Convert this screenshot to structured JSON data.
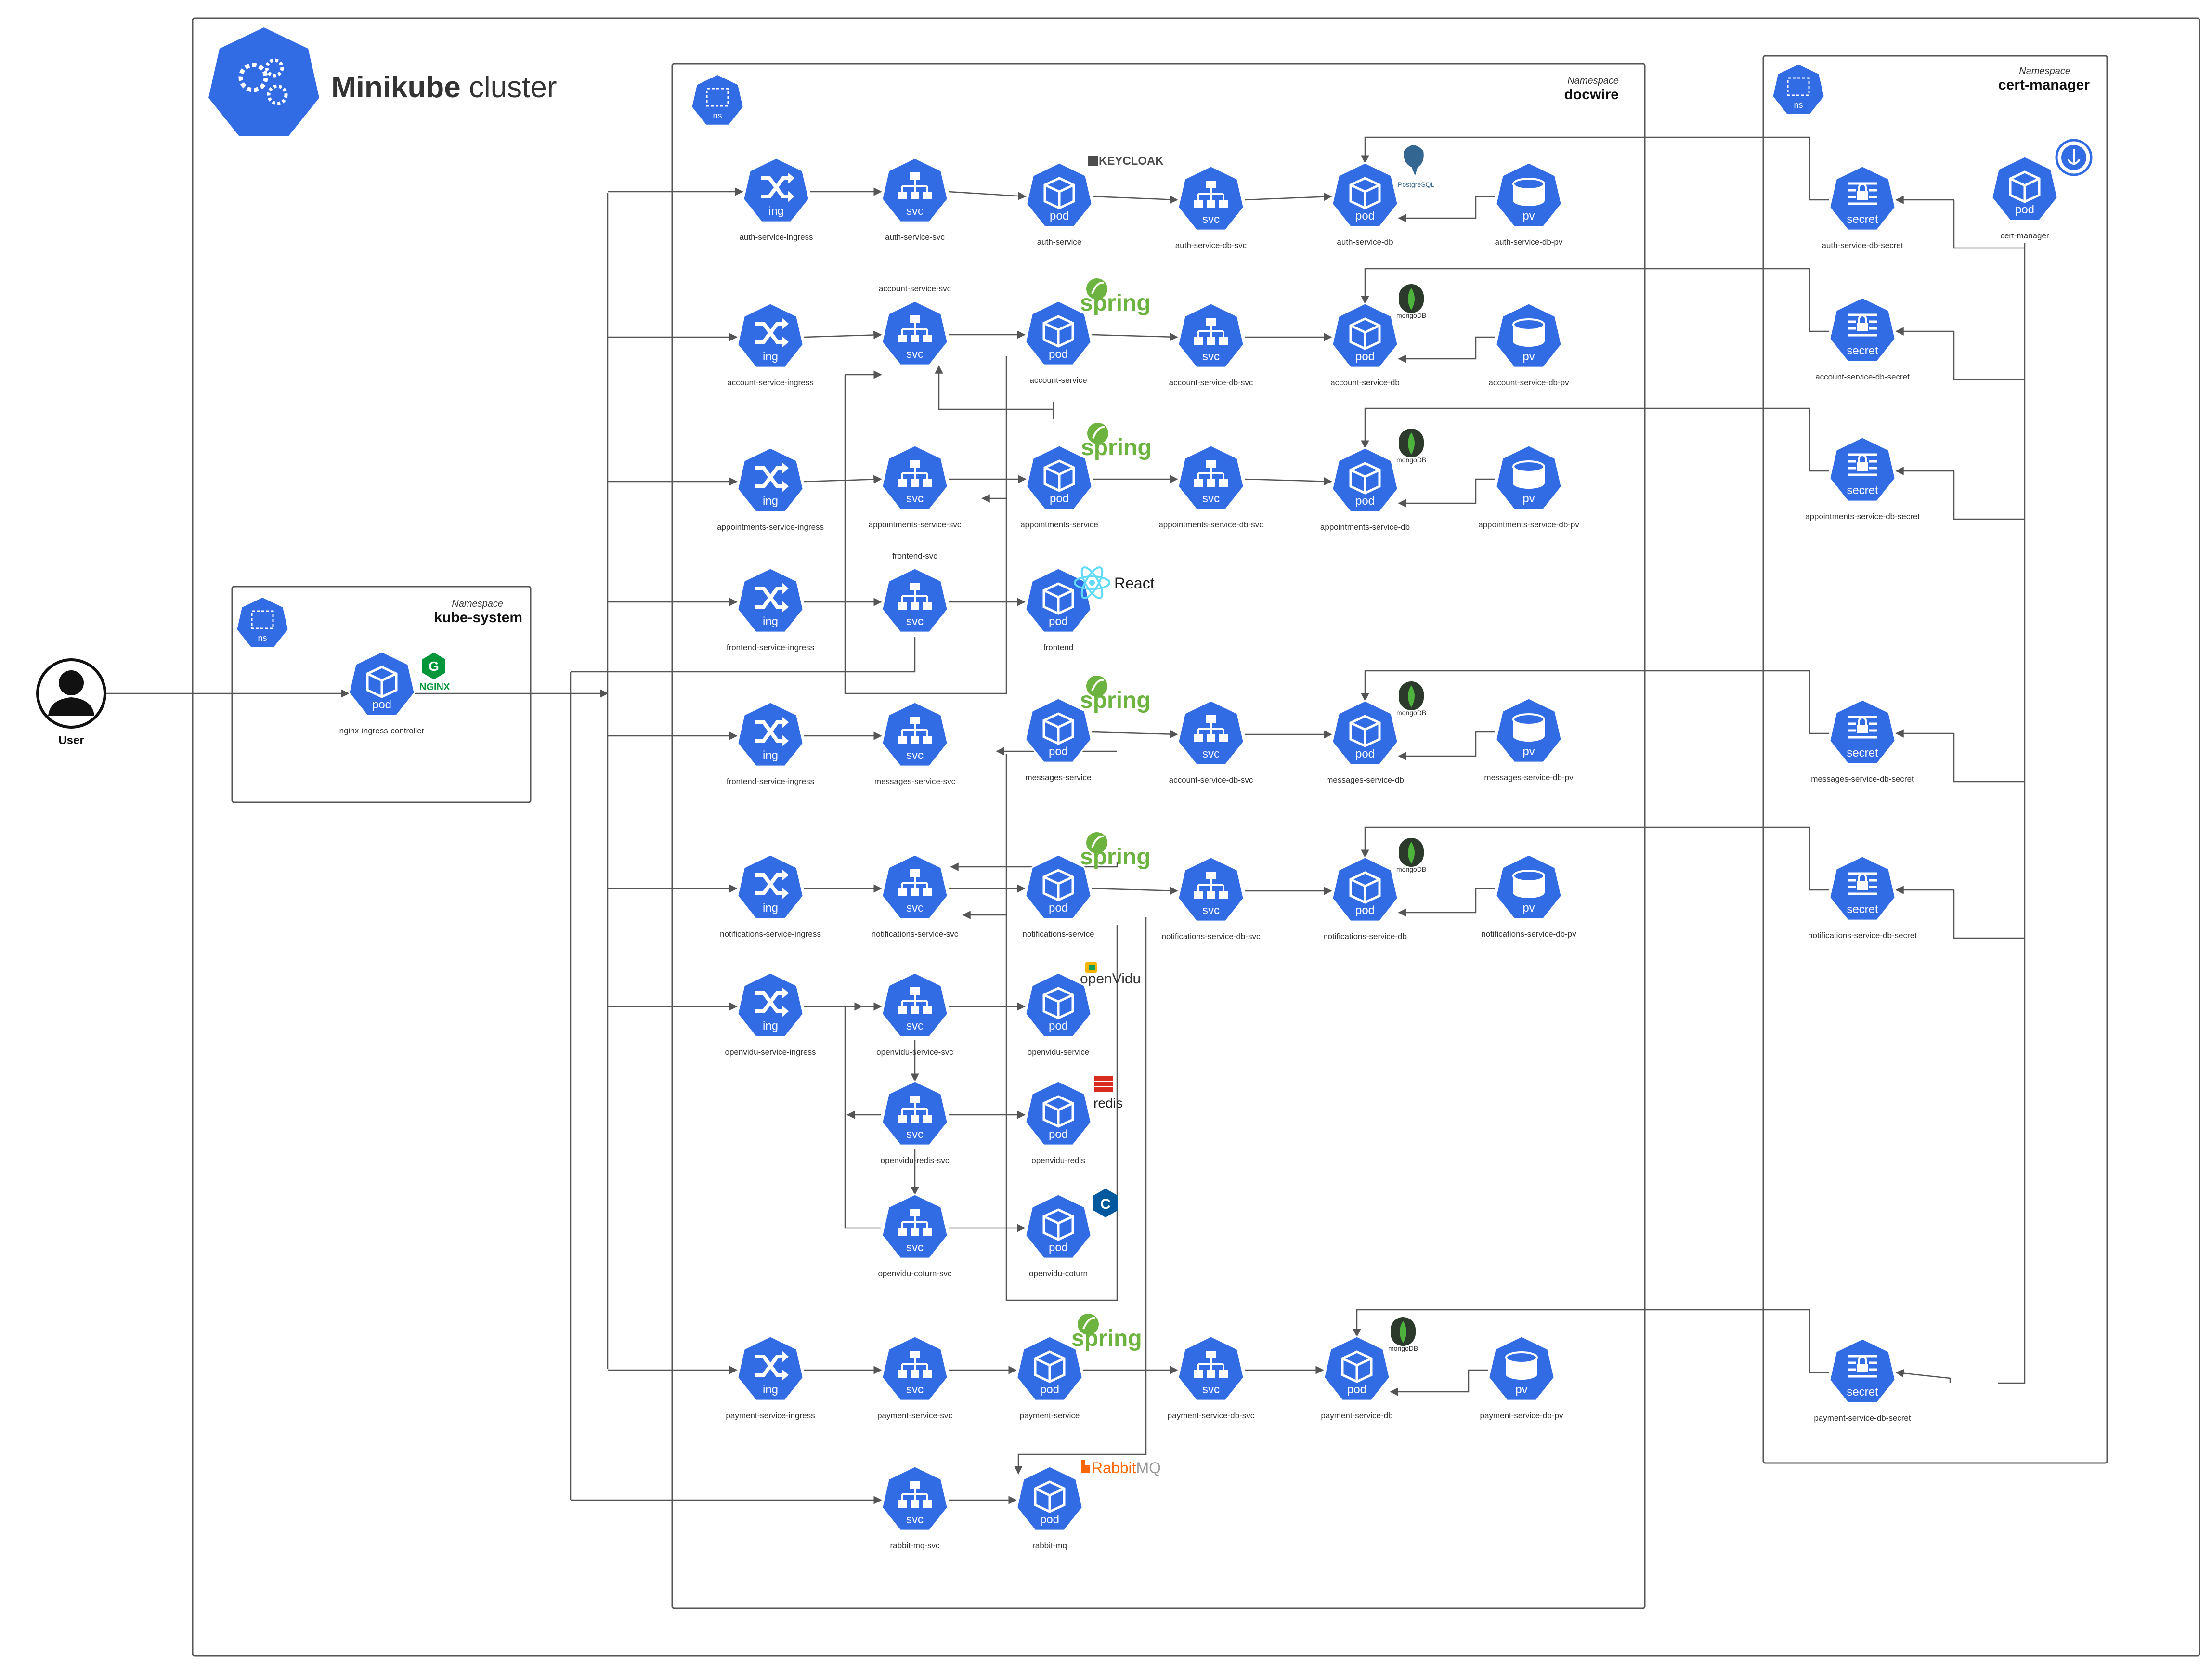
{
  "cluster": {
    "title_bold": "Minikube",
    "title_rest": " cluster"
  },
  "colors": {
    "k8s_blue": "#326CE5",
    "edge": "#555555",
    "spring_green": "#6DB33F",
    "mongo_green": "#4DB33D",
    "react_blue": "#61DAFB",
    "redis_red": "#D82C20",
    "rabbit_orange": "#FF6600"
  },
  "user": {
    "label": "User",
    "icon": "person-icon"
  },
  "namespaces": {
    "kube_system": {
      "caption": "Namespace",
      "name": "kube-system",
      "badge": "ns"
    },
    "docwire": {
      "caption": "Namespace",
      "name": "docwire",
      "badge": "ns"
    },
    "cert_manager": {
      "caption": "Namespace",
      "name": "cert-manager",
      "badge": "ns"
    }
  },
  "nodes": [
    {
      "id": "nginx",
      "kind": "pod",
      "label": "nginx-ingress-controller",
      "logo": "nginx"
    },
    {
      "id": "auth-ing",
      "kind": "ing",
      "label": "auth-service-ingress"
    },
    {
      "id": "auth-svc",
      "kind": "svc",
      "label": "auth-service-svc"
    },
    {
      "id": "auth-pod",
      "kind": "pod",
      "label": "auth-service",
      "logo": "keycloak"
    },
    {
      "id": "auth-db-svc",
      "kind": "svc",
      "label": "auth-service-db-svc"
    },
    {
      "id": "auth-db",
      "kind": "pod",
      "label": "auth-service-db",
      "logo": "postgresql"
    },
    {
      "id": "auth-pv",
      "kind": "pv",
      "label": "auth-service-db-pv"
    },
    {
      "id": "acc-ing",
      "kind": "ing",
      "label": "account-service-ingress"
    },
    {
      "id": "acc-svc",
      "kind": "svc",
      "label": "account-service-svc",
      "label_above": true
    },
    {
      "id": "acc-pod",
      "kind": "pod",
      "label": "account-service",
      "logo": "spring"
    },
    {
      "id": "acc-db-svc",
      "kind": "svc",
      "label": "account-service-db-svc"
    },
    {
      "id": "acc-db",
      "kind": "pod",
      "label": "account-service-db",
      "logo": "mongodb"
    },
    {
      "id": "acc-pv",
      "kind": "pv",
      "label": "account-service-db-pv"
    },
    {
      "id": "app-ing",
      "kind": "ing",
      "label": "appointments-service-ingress"
    },
    {
      "id": "app-svc",
      "kind": "svc",
      "label": "appointments-service-svc"
    },
    {
      "id": "app-pod",
      "kind": "pod",
      "label": "appointments-service",
      "logo": "spring"
    },
    {
      "id": "app-db-svc",
      "kind": "svc",
      "label": "appointments-service-db-svc"
    },
    {
      "id": "app-db",
      "kind": "pod",
      "label": "appointments-service-db",
      "logo": "mongodb"
    },
    {
      "id": "app-pv",
      "kind": "pv",
      "label": "appointments-service-db-pv"
    },
    {
      "id": "fe-ing",
      "kind": "ing",
      "label": "frontend-service-ingress"
    },
    {
      "id": "fe-svc",
      "kind": "svc",
      "label": "frontend-svc",
      "label_above": true
    },
    {
      "id": "fe-pod",
      "kind": "pod",
      "label": "frontend",
      "logo": "react"
    },
    {
      "id": "msg-ing",
      "kind": "ing",
      "label": "frontend-service-ingress"
    },
    {
      "id": "msg-svc",
      "kind": "svc",
      "label": "messages-service-svc"
    },
    {
      "id": "msg-pod",
      "kind": "pod",
      "label": "messages-service",
      "logo": "spring"
    },
    {
      "id": "msg-db-svc",
      "kind": "svc",
      "label": "account-service-db-svc"
    },
    {
      "id": "msg-db",
      "kind": "pod",
      "label": "messages-service-db",
      "logo": "mongodb"
    },
    {
      "id": "msg-pv",
      "kind": "pv",
      "label": "messages-service-db-pv"
    },
    {
      "id": "not-ing",
      "kind": "ing",
      "label": "notifications-service-ingress"
    },
    {
      "id": "not-svc",
      "kind": "svc",
      "label": "notifications-service-svc"
    },
    {
      "id": "not-pod",
      "kind": "pod",
      "label": "notifications-service",
      "logo": "spring"
    },
    {
      "id": "not-db-svc",
      "kind": "svc",
      "label": "notifications-service-db-svc"
    },
    {
      "id": "not-db",
      "kind": "pod",
      "label": "notifications-service-db",
      "logo": "mongodb"
    },
    {
      "id": "not-pv",
      "kind": "pv",
      "label": "notifications-service-db-pv"
    },
    {
      "id": "ov-ing",
      "kind": "ing",
      "label": "openvidu-service-ingress"
    },
    {
      "id": "ov-svc",
      "kind": "svc",
      "label": "openvidu-service-svc"
    },
    {
      "id": "ov-pod",
      "kind": "pod",
      "label": "openvidu-service",
      "logo": "openvidu"
    },
    {
      "id": "redis-svc",
      "kind": "svc",
      "label": "openvidu-redis-svc"
    },
    {
      "id": "redis-pod",
      "kind": "pod",
      "label": "openvidu-redis",
      "logo": "redis"
    },
    {
      "id": "coturn-svc",
      "kind": "svc",
      "label": "openvidu-coturn-svc"
    },
    {
      "id": "coturn-pod",
      "kind": "pod",
      "label": "openvidu-coturn",
      "logo": "cpp"
    },
    {
      "id": "pay-ing",
      "kind": "ing",
      "label": "payment-service-ingress"
    },
    {
      "id": "pay-svc",
      "kind": "svc",
      "label": "payment-service-svc"
    },
    {
      "id": "pay-pod",
      "kind": "pod",
      "label": "payment-service",
      "logo": "spring"
    },
    {
      "id": "pay-db-svc",
      "kind": "svc",
      "label": "payment-service-db-svc"
    },
    {
      "id": "pay-db",
      "kind": "pod",
      "label": "payment-service-db",
      "logo": "mongodb"
    },
    {
      "id": "pay-pv",
      "kind": "pv",
      "label": "payment-service-db-pv"
    },
    {
      "id": "rmq-svc",
      "kind": "svc",
      "label": "rabbit-mq-svc"
    },
    {
      "id": "rmq-pod",
      "kind": "pod",
      "label": "rabbit-mq",
      "logo": "rabbitmq"
    },
    {
      "id": "cm-pod",
      "kind": "pod",
      "label": "cert-manager",
      "logo": "certmanager"
    },
    {
      "id": "sec-auth",
      "kind": "secret",
      "label": "auth-service-db-secret"
    },
    {
      "id": "sec-acc",
      "kind": "secret",
      "label": "account-service-db-secret"
    },
    {
      "id": "sec-app",
      "kind": "secret",
      "label": "appointments-service-db-secret"
    },
    {
      "id": "sec-msg",
      "kind": "secret",
      "label": "messages-service-db-secret"
    },
    {
      "id": "sec-not",
      "kind": "secret",
      "label": "notifications-service-db-secret"
    },
    {
      "id": "sec-pay",
      "kind": "secret",
      "label": "payment-service-db-secret"
    }
  ],
  "logos": {
    "nginx": "NGINX",
    "keycloak": "KEYCLOAK",
    "postgresql": "PostgreSQL",
    "spring": "spring",
    "mongodb": "mongoDB",
    "react": "React",
    "openvidu": "openVidu",
    "redis": "redis",
    "rabbitmq_a": "Rabbit",
    "rabbitmq_b": "MQ"
  }
}
